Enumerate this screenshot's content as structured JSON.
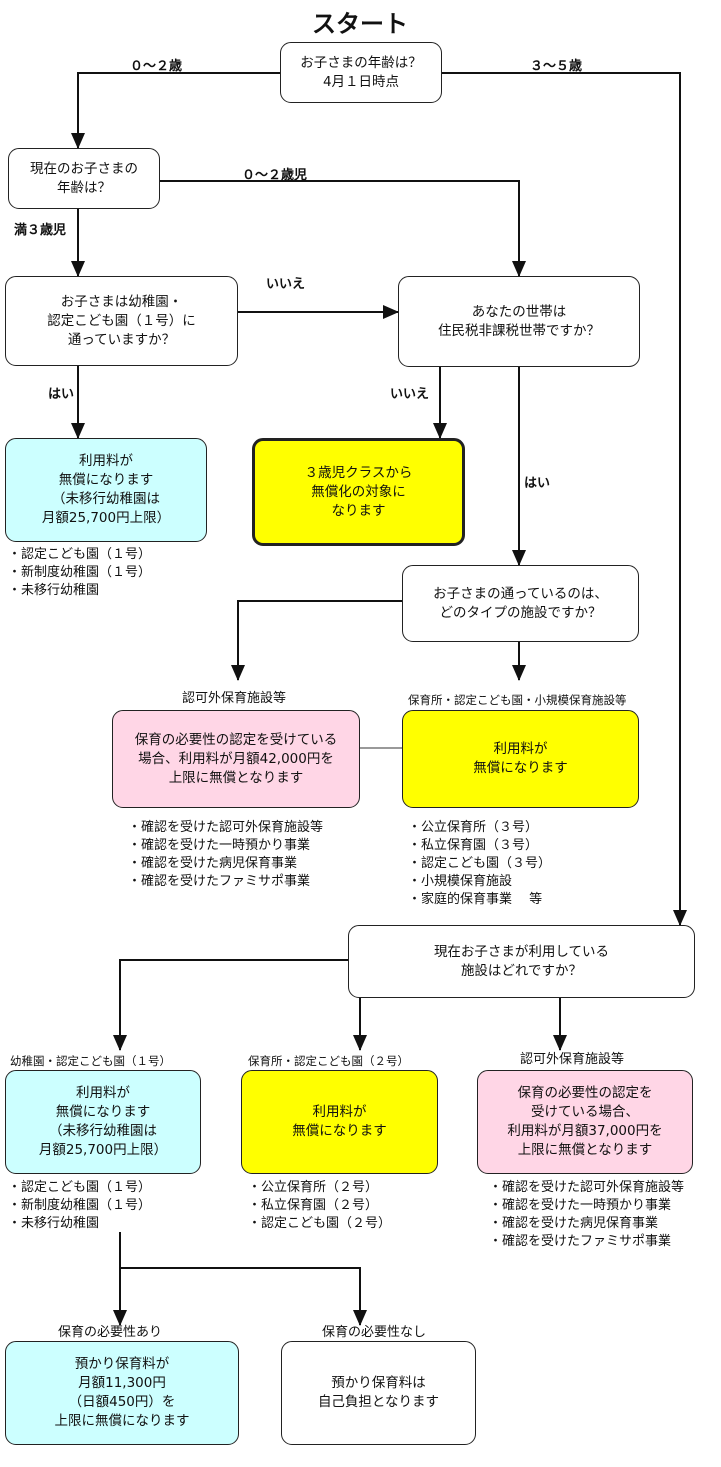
{
  "title": "スタート",
  "nodes": {
    "q_age": "お子さまの年齢は？\n4月１日時点",
    "q_current_age": "現在のお子さまの\n年齢は？",
    "q_kindergarten": "お子さまは幼稚園・\n認定こども園（１号）に\n通っていますか？",
    "q_tax": "あなたの世帯は\n住民税非課税世帯ですか？",
    "free_kinder_1": "利用料が\n無償になります\n（未移行幼稚園は\n月額25,700円上限）",
    "free_from3": "３歳児クラスから\n無償化の対象に\nなります",
    "q_facility_type": "お子さまの通っているのは、\nどのタイプの施設ですか？",
    "unlicensed_42000": "保育の必要性の認定を受けている\n場合、利用料が月額42,000円を\n上限に無償となります",
    "free_nursery_a": "利用料が\n無償になります",
    "q_current_facility": "現在お子さまが利用している\n施設はどれですか？",
    "free_kinder_2": "利用料が\n無償になります\n（未移行幼稚園は\n月額25,700円上限）",
    "free_nursery_b": "利用料が\n無償になります",
    "unlicensed_37000": "保育の必要性の認定を\n受けている場合、\n利用料が月額37,000円を\n上限に無償となります",
    "childcare_11300": "預かり保育料が\n月額11,300円\n（日額450円）を\n上限に無償になります",
    "self_pay": "預かり保育料は\n自己負担となります"
  },
  "edge_labels": {
    "age_0_2": "０～２歳",
    "age_3_5": "３～５歳",
    "child_0_2": "０～２歳児",
    "full_3": "満３歳児",
    "kinder_no": "いいえ",
    "kinder_yes": "はい",
    "tax_no": "いいえ",
    "tax_yes": "はい"
  },
  "category_labels": {
    "unlicensed_a": "認可外保育施設等",
    "nursery_a": "保育所・認定こども園・小規模保育施設等",
    "kinder_b": "幼稚園・認定こども園（１号）",
    "nursery_b": "保育所・認定こども園（２号）",
    "unlicensed_b": "認可外保育施設等",
    "need_yes": "保育の必要性あり",
    "need_no": "保育の必要性なし"
  },
  "lists": {
    "list_kinder_1": "・認定こども園（１号）\n・新制度幼稚園（１号）\n・未移行幼稚園",
    "list_unlicensed_a": "・確認を受けた認可外保育施設等\n・確認を受けた一時預かり事業\n・確認を受けた病児保育事業\n・確認を受けたファミサポ事業",
    "list_nursery_a": "・公立保育所（３号）\n・私立保育園（３号）\n・認定こども園（３号）\n・小規模保育施設\n・家庭的保育事業　 等",
    "list_kinder_2": "・認定こども園（１号）\n・新制度幼稚園（１号）\n・未移行幼稚園",
    "list_nursery_b": "・公立保育所（２号）\n・私立保育園（２号）\n・認定こども園（２号）",
    "list_unlicensed_b": "・確認を受けた認可外保育施設等\n・確認を受けた一時預かり事業\n・確認を受けた病児保育事業\n・確認を受けたファミサポ事業"
  },
  "colors": {
    "cyan": "#ccffff",
    "yellow": "#ffff00",
    "pink": "#ffd6e6"
  }
}
